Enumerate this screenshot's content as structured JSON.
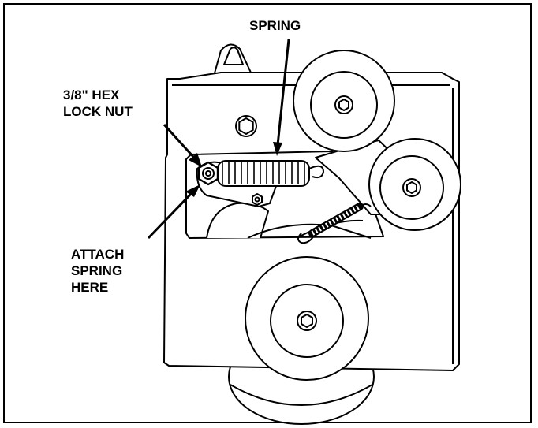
{
  "callouts": {
    "spring": "SPRING",
    "hex_nut": [
      "3/8\" HEX",
      "LOCK NUT"
    ],
    "attach": [
      "ATTACH",
      "SPRING",
      "HERE"
    ]
  },
  "colors": {
    "line": "#000000",
    "background": "#ffffff"
  }
}
